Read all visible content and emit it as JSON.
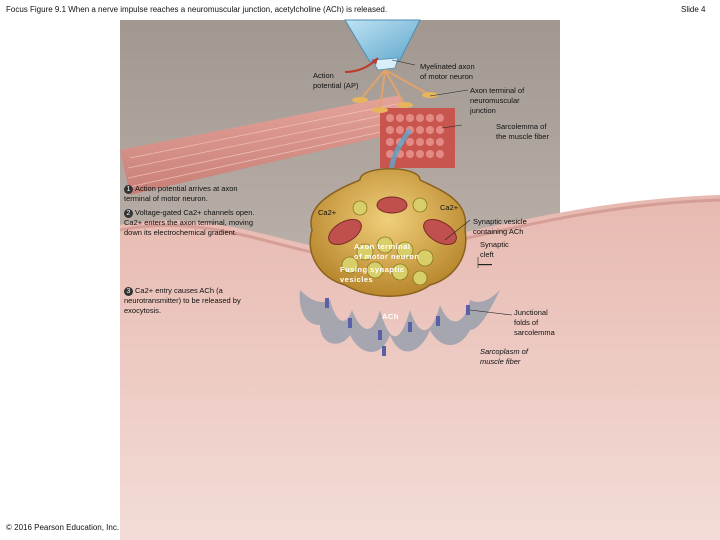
{
  "header": {
    "title": "Focus Figure 9.1 When a nerve impulse reaches a neuromuscular junction, acetylcholine (ACh) is released.",
    "slide": "Slide 4"
  },
  "labels": {
    "action_potential": "Action\npotential (AP)",
    "myelinated_axon": "Myelinated axon\nof motor neuron",
    "axon_terminal_nmj": "Axon terminal of\nneuromuscular\njunction",
    "sarcolemma": "Sarcolemma of\nthe muscle fiber",
    "ca_left": "Ca2+",
    "ca_right": "Ca2+",
    "synaptic_vesicle": "Synaptic vesicle\ncontaining ACh",
    "synaptic_cleft": "Synaptic\ncleft",
    "axon_terminal_center": "Axon terminal\nof motor neuron",
    "fusing_vesicles": "Fusing synaptic\nvesicles",
    "ach": "ACh",
    "junctional_folds": "Junctional\nfolds of\nsarcolemma",
    "sarcoplasm": "Sarcoplasm of\nmuscle fiber"
  },
  "steps": [
    {
      "num": "1",
      "text": "Action potential arrives at axon terminal of motor neuron."
    },
    {
      "num": "2",
      "text": "Voltage-gated Ca2+ channels open. Ca2+ enters the axon terminal, moving down its electrochemical gradient."
    },
    {
      "num": "3",
      "text": "Ca2+ entry causes ACh (a neurotransmitter) to be released by exocytosis."
    }
  ],
  "footer": {
    "copyright": "© 2016 Pearson Education, Inc."
  },
  "colors": {
    "muscle_tissue": "#d9a49b",
    "background_panel": "#9a8e86",
    "axon_blue": "#7ab8d8",
    "terminal_gold": "#d9a64a",
    "mitochondria": "#c0504d",
    "vesicle": "#c9b94a",
    "receptor_blue": "#5b5fa8",
    "fold_gray": "#9aa0ad"
  }
}
